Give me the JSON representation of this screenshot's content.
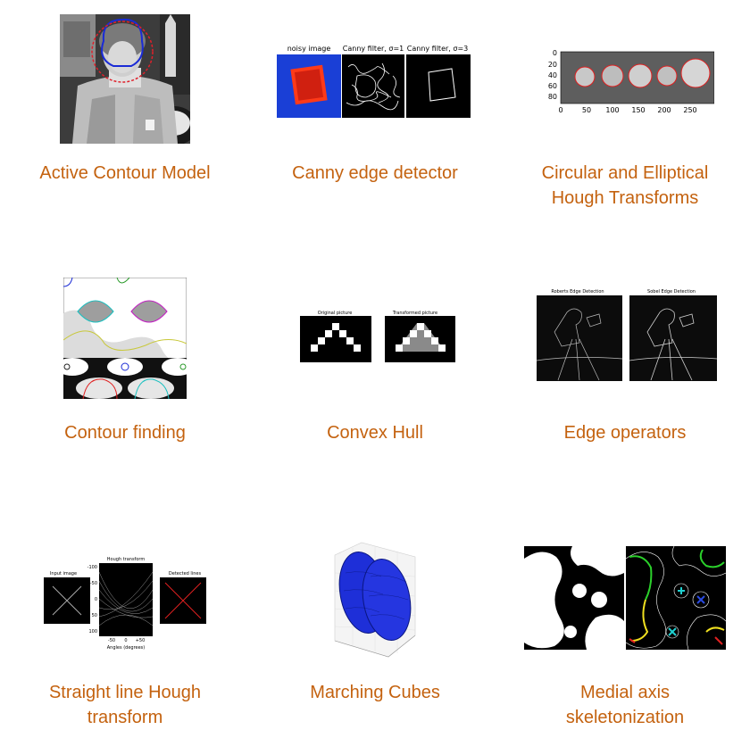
{
  "gallery": {
    "items": [
      {
        "caption": "Active Contour Model"
      },
      {
        "caption": "Canny edge detector"
      },
      {
        "caption": "Circular and Elliptical Hough Transforms"
      },
      {
        "caption": "Contour finding"
      },
      {
        "caption": "Convex Hull"
      },
      {
        "caption": "Edge operators"
      },
      {
        "caption": "Straight line Hough transform"
      },
      {
        "caption": "Marching Cubes"
      },
      {
        "caption": "Medial axis skeletonization"
      }
    ],
    "link_color": "#c4620f"
  },
  "thumbs": {
    "canny": {
      "t1": "noisy image",
      "t2": "Canny filter, σ=1",
      "t3": "Canny filter, σ=3"
    },
    "coins": {
      "yticks": [
        "0",
        "20",
        "40",
        "60",
        "80"
      ],
      "xticks": [
        "0",
        "50",
        "100",
        "150",
        "200",
        "250"
      ]
    },
    "convex": {
      "t1": "Original picture",
      "t2": "Transformed picture"
    },
    "edges": {
      "t1": "Roberts Edge Detection",
      "t2": "Sobel Edge Detection"
    },
    "hough": {
      "t1": "Input image",
      "t2": "Hough transform",
      "t3": "Detected lines",
      "xlabel": "Angles (degrees)",
      "yticks": [
        "-100",
        "-50",
        "0",
        "50",
        "100"
      ],
      "xticks": [
        "-50",
        "0",
        "+50"
      ]
    }
  }
}
